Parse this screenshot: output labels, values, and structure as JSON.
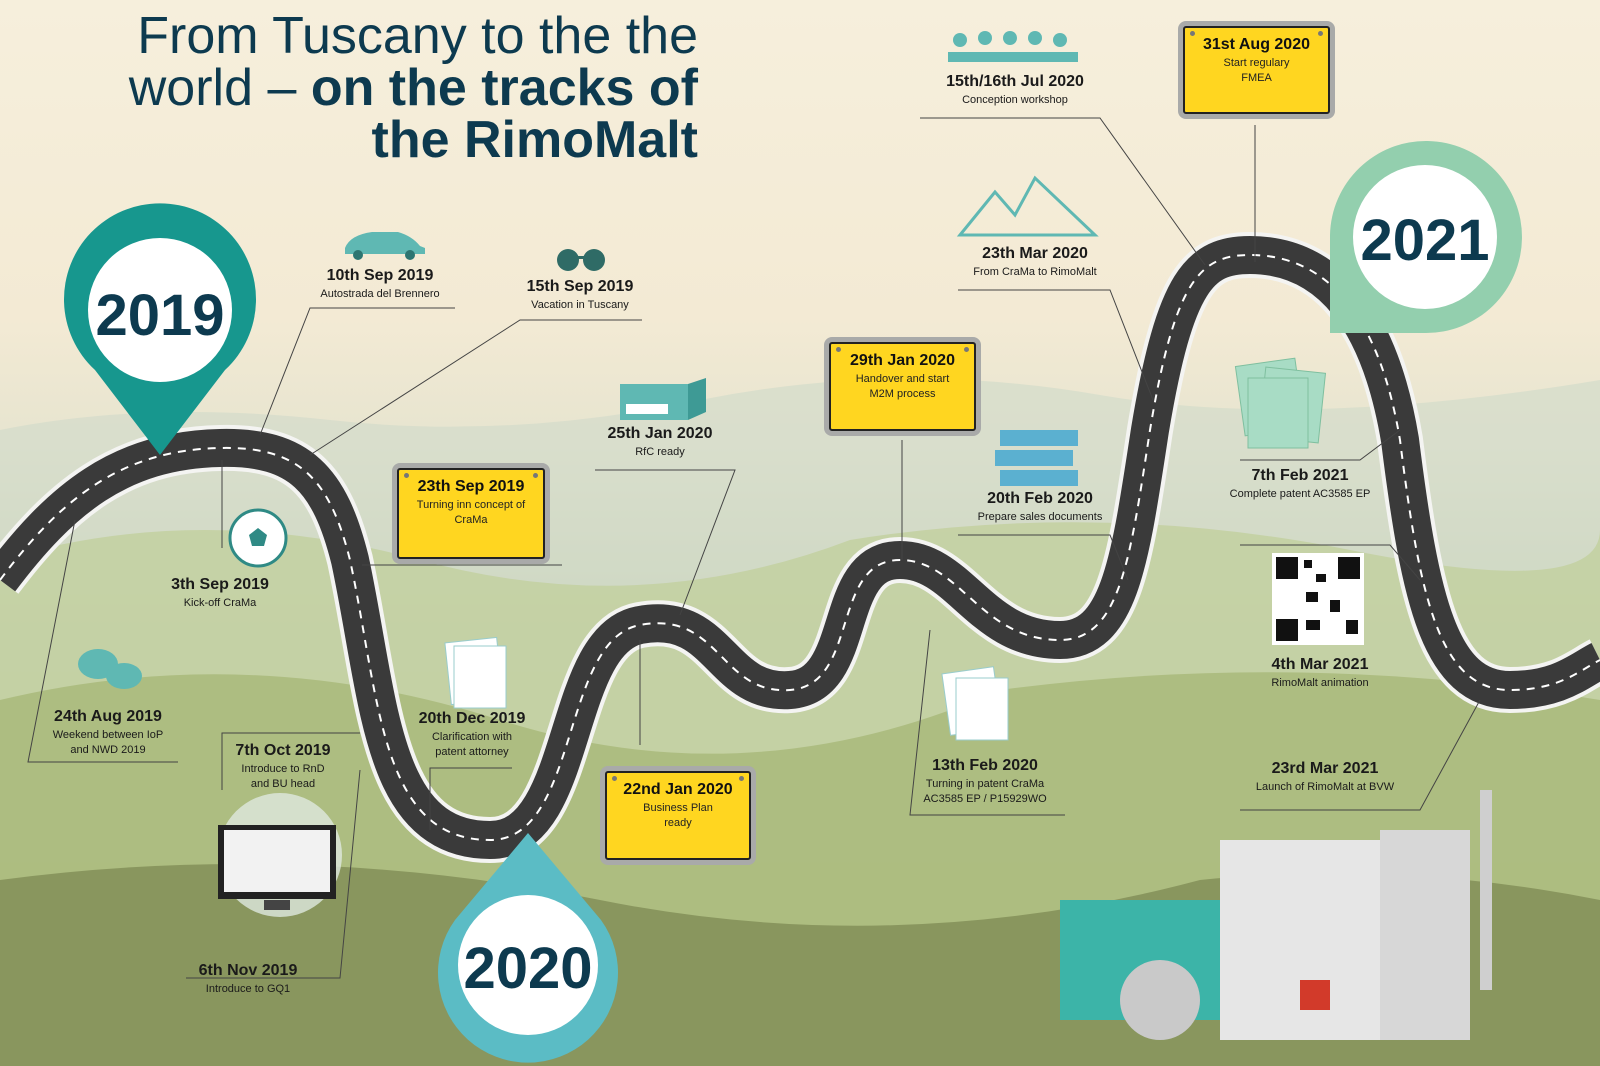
{
  "title": {
    "line1": "From Tuscany to the the",
    "line2a": "world – ",
    "line2b": "on the tracks of",
    "line3": "the RimoMalt"
  },
  "years": {
    "y2019": "2019",
    "y2020": "2020",
    "y2021": "2021"
  },
  "colors": {
    "dark_teal": "#0d3a4f",
    "teal": "#17978e",
    "light_teal": "#5bbcc5",
    "mint": "#93cfae",
    "sign_yellow": "#ffd620",
    "road": "#3a3a3a"
  },
  "events": {
    "e1": {
      "date": "10th Sep 2019",
      "text": "Autostrada del Brennero",
      "icon": "car-icon"
    },
    "e2": {
      "date": "15th Sep 2019",
      "text": "Vacation in Tuscany",
      "icon": "sunglasses-icon"
    },
    "e3": {
      "date": "3th Sep 2019",
      "text": "Kick-off CraMa",
      "icon": "soccer-ball-icon"
    },
    "e4": {
      "date": "24th Aug 2019",
      "text": "Weekend between IoP and NWD 2019",
      "icon": "chat-bubbles-icon"
    },
    "e5": {
      "date": "7th Oct 2019",
      "text": "Introduce to RnD and BU head"
    },
    "e6": {
      "date": "6th Nov 2019",
      "text": "Introduce to GQ1",
      "icon": "video-call-icon"
    },
    "e7": {
      "date": "20th Dec 2019",
      "text": "Clarification with patent attorney",
      "icon": "documents-icon"
    },
    "e8": {
      "date": "25th Jan 2020",
      "text": "RfC ready",
      "icon": "folder-box-icon"
    },
    "e9": {
      "date": "13th Feb 2020",
      "text": "Turning in patent CraMa AC3585 EP / P15929WO",
      "icon": "documents-icon"
    },
    "e10": {
      "date": "15th/16th Jul 2020",
      "text": "Conception workshop",
      "icon": "meeting-people-icon"
    },
    "e11": {
      "date": "23th Mar 2020",
      "text": "From CraMa to RimoMalt",
      "icon": "mountains-icon"
    },
    "e12": {
      "date": "20th Feb 2020",
      "text": "Prepare sales documents",
      "icon": "binders-icon"
    },
    "e13": {
      "date": "7th Feb 2021",
      "text": "Complete patent AC3585 EP",
      "icon": "paper-stack-icon"
    },
    "e14": {
      "date": "4th Mar 2021",
      "text": "RimoMalt animation",
      "icon": "qr-code-icon"
    },
    "e15": {
      "date": "23rd Mar 2021",
      "text": "Launch of RimoMalt at BVW",
      "icon": "machine-plant-icon"
    }
  },
  "signs": {
    "s1": {
      "date": "23th Sep 2019",
      "text": "Turning inn concept of CraMa"
    },
    "s2": {
      "date": "29th Jan 2020",
      "text": "Handover and start M2M process"
    },
    "s3": {
      "date": "22nd Jan 2020",
      "text": "Business Plan ready"
    },
    "s4": {
      "date": "31st Aug 2020",
      "text": "Start regulary FMEA"
    }
  }
}
